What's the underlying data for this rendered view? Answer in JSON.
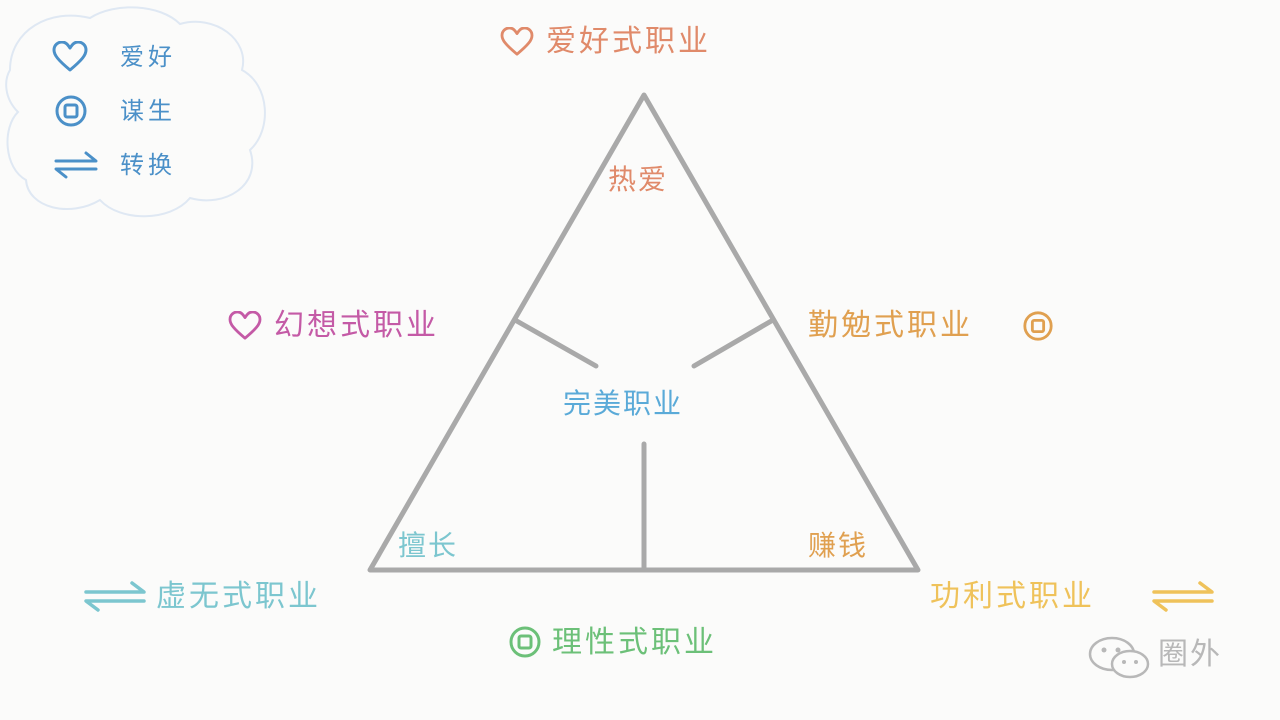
{
  "colors": {
    "hobby": "#e08a6a",
    "living": "#6cc078",
    "switch": "#7cc6cf",
    "fantasy": "#c45aa6",
    "diligent": "#e0a050",
    "utilitarian": "#efc25a",
    "perfect": "#5aaad8",
    "legend": "#4b90c8",
    "triangle": "#a9a9a9",
    "watermark": "#b8b8b8"
  },
  "legend": {
    "items": [
      {
        "icon": "heart-icon",
        "label": "爱好"
      },
      {
        "icon": "at-icon",
        "label": "谋生"
      },
      {
        "icon": "swap-arrows-icon",
        "label": "转换"
      }
    ]
  },
  "outer": {
    "top": "爱好式职业",
    "left": "幻想式职业",
    "right": "勤勉式职业",
    "bottom": "理性式职业",
    "bottom_left": "虚无式职业",
    "bottom_right": "功利式职业"
  },
  "inner": {
    "top": "热爱",
    "center": "完美职业",
    "bottom_left": "擅长",
    "bottom_right": "赚钱"
  },
  "watermark": {
    "text": "圈外"
  }
}
